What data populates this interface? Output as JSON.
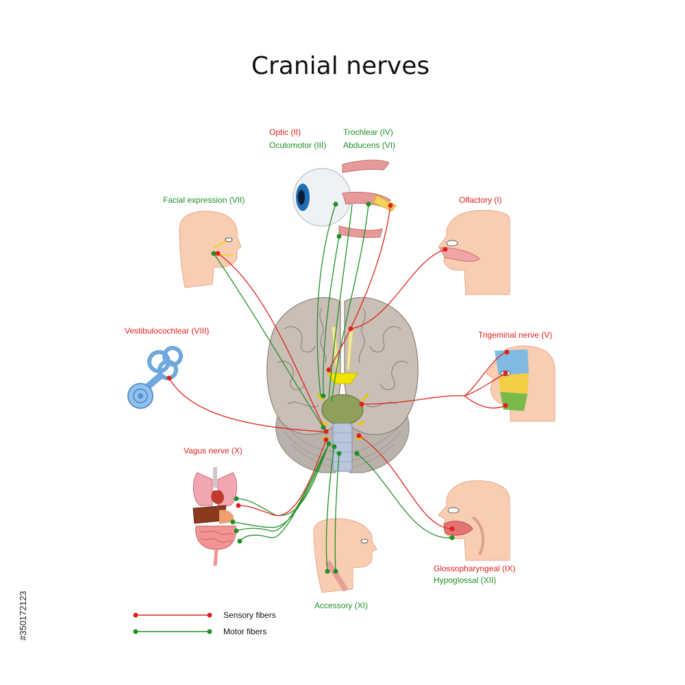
{
  "title": "Cranial nerves",
  "labels": {
    "optic": "Optic (II)",
    "oculomotor": "Oculomotor (III)",
    "trochlear": "Trochlear (IV)",
    "abducens": "Abducens (VI)",
    "facial": "Facial expression (VII)",
    "olfactory": "Olfactory (I)",
    "vestibulocochlear": "Vestibulocochlear (VIII)",
    "trigeminal": "Trigeminal nerve (V)",
    "vagus": "Vagus nerve (X)",
    "glossopharyngeal": "Glossopharyngeal (IX)",
    "hypoglossal": "Hypoglossal (XII)",
    "accessory": "Accessory (XI)"
  },
  "legend": {
    "sensory": "Sensory fibers",
    "motor": "Motor fibers"
  },
  "stock_id": "#350172123",
  "colors": {
    "sensory": "#e0201b",
    "motor": "#1f8f25",
    "skin": "#f8cdb2",
    "brain": "#c9bfb6",
    "brainstem": "#8fa05c"
  }
}
